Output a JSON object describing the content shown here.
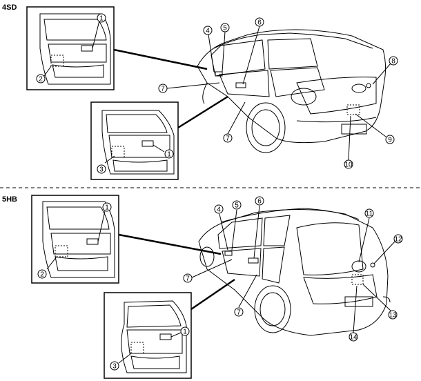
{
  "sections": [
    {
      "label": "4SD",
      "front_door_callouts": [
        "1",
        "2"
      ],
      "rear_door_callouts": [
        "1",
        "3"
      ],
      "car_callouts": [
        "4",
        "5",
        "6",
        "7",
        "7",
        "8",
        "9",
        "10"
      ]
    },
    {
      "label": "5HB",
      "front_door_callouts": [
        "1",
        "2"
      ],
      "rear_door_callouts": [
        "1",
        "3"
      ],
      "car_callouts": [
        "4",
        "5",
        "6",
        "7",
        "7",
        "11",
        "12",
        "13",
        "14"
      ]
    }
  ],
  "colors": {
    "line": "#000000",
    "background": "#ffffff",
    "divider": "#000000"
  }
}
